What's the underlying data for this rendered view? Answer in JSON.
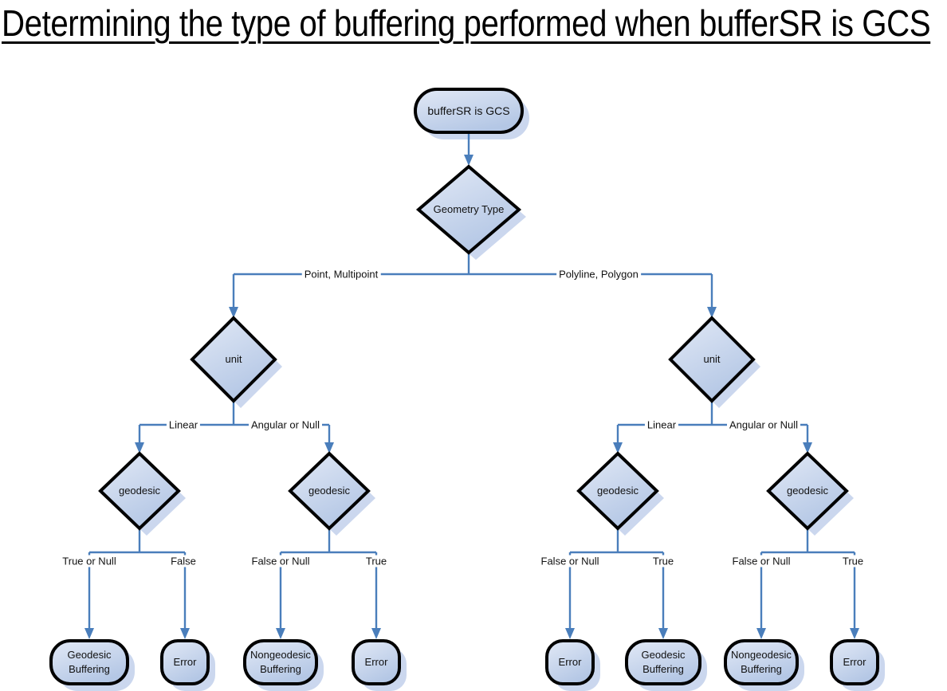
{
  "title": "Determining the type of buffering performed when bufferSR is GCS",
  "colors": {
    "connector": "#4a7ebb",
    "shape_fill_top": "#e0e8f6",
    "shape_fill_bottom": "#b6c8e6",
    "shape_border": "#000000",
    "shape_shadow": "#cbd7ee",
    "text": "#111111"
  },
  "nodes": {
    "start": "bufferSR is GCS",
    "geometry_type": "Geometry Type",
    "unit_left": "unit",
    "unit_right": "unit",
    "geodesic_1": "geodesic",
    "geodesic_2": "geodesic",
    "geodesic_3": "geodesic",
    "geodesic_4": "geodesic",
    "terminal_1": "Geodesic Buffering",
    "terminal_2": "Error",
    "terminal_3": "Nongeodesic Buffering",
    "terminal_4": "Error",
    "terminal_5": "Error",
    "terminal_6": "Geodesic Buffering",
    "terminal_7": "Nongeodesic Buffering",
    "terminal_8": "Error"
  },
  "edges": {
    "geometry_left": "Point, Multipoint",
    "geometry_right": "Polyline, Polygon",
    "unit_left_linear": "Linear",
    "unit_left_angular": "Angular or Null",
    "unit_right_linear": "Linear",
    "unit_right_angular": "Angular or Null",
    "geodesic_1_left": "True or Null",
    "geodesic_1_right": "False",
    "geodesic_2_left": "False or Null",
    "geodesic_2_right": "True",
    "geodesic_3_left": "False or Null",
    "geodesic_3_right": "True",
    "geodesic_4_left": "False or Null",
    "geodesic_4_right": "True"
  }
}
